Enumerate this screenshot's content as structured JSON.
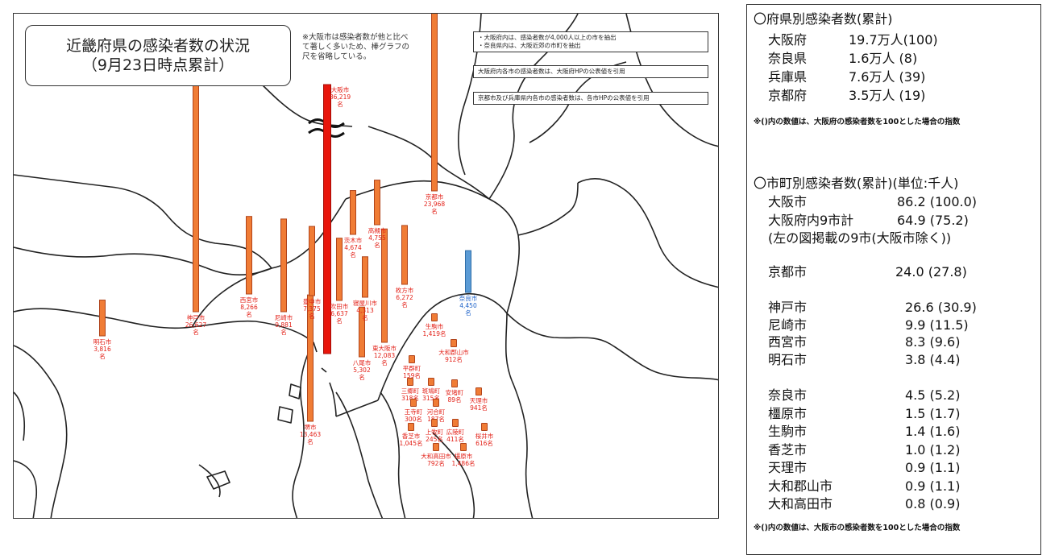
{
  "map": {
    "title_line1": "近畿府県の感染者数の状況",
    "title_line2": "（9月23日時点累計）",
    "osaka_note": "※大阪市は感染者数が他と比べて著しく多いため、棒グラフの尺を省略している。",
    "note1_line1": "・大阪府内は、感染者数が4,000人以上の市を抽出",
    "note1_line2": "・奈良県内は、大阪近郊の市町を抽出",
    "note2": "大阪府内各市の感染者数は、大阪府HPの公表値を引用",
    "note3": "京都市及び兵庫県内各市の感染者数は、各市HPの公表値を引用",
    "colors": {
      "osaka": "#e8160c",
      "city": "#f07c35",
      "nara": "#5b9bd5",
      "label": "#e32118"
    }
  },
  "chart_data": {
    "type": "bar",
    "title": "近畿府県の感染者数の状況（9月23日時点累計）",
    "unit": "名",
    "bars": [
      {
        "name": "大阪市",
        "label": "86,219",
        "value": 86219,
        "kind": "osaka"
      },
      {
        "name": "神戸市",
        "label": "26,627",
        "value": 26627,
        "kind": "city"
      },
      {
        "name": "京都市",
        "label": "23,968",
        "value": 23968,
        "kind": "city"
      },
      {
        "name": "堺市",
        "label": "13,463",
        "value": 13463,
        "kind": "city"
      },
      {
        "name": "東大阪市",
        "label": "12,083",
        "value": 12083,
        "kind": "city"
      },
      {
        "name": "尼崎市",
        "label": "9,881",
        "value": 9881,
        "kind": "city"
      },
      {
        "name": "西宮市",
        "label": "8,266",
        "value": 8266,
        "kind": "city"
      },
      {
        "name": "豊中市",
        "label": "7,375",
        "value": 7375,
        "kind": "city"
      },
      {
        "name": "吹田市",
        "label": "6,637",
        "value": 6637,
        "kind": "city"
      },
      {
        "name": "枚方市",
        "label": "6,272",
        "value": 6272,
        "kind": "city"
      },
      {
        "name": "八尾市",
        "label": "5,302",
        "value": 5302,
        "kind": "city"
      },
      {
        "name": "高槻市",
        "label": "4,755",
        "value": 4755,
        "kind": "city"
      },
      {
        "name": "茨木市",
        "label": "4,674",
        "value": 4674,
        "kind": "city"
      },
      {
        "name": "奈良市",
        "label": "4,450",
        "value": 4450,
        "kind": "nara"
      },
      {
        "name": "寝屋川市",
        "label": "4,313",
        "value": 4313,
        "kind": "city"
      },
      {
        "name": "明石市",
        "label": "3,816",
        "value": 3816,
        "kind": "city"
      }
    ],
    "small_labels": [
      {
        "name": "生駒市",
        "label": "1,419"
      },
      {
        "name": "大和郡山市",
        "label": "912"
      },
      {
        "name": "平群町",
        "label": "159"
      },
      {
        "name": "三郷町",
        "label": "318"
      },
      {
        "name": "斑鳩町",
        "label": "315"
      },
      {
        "name": "安堵町",
        "label": "89"
      },
      {
        "name": "天理市",
        "label": "941"
      },
      {
        "name": "王寺町",
        "label": "300"
      },
      {
        "name": "河合町",
        "label": "187"
      },
      {
        "name": "香芝市",
        "label": "1,045"
      },
      {
        "name": "上牧町",
        "label": "245"
      },
      {
        "name": "広陵町",
        "label": "411"
      },
      {
        "name": "桜井市",
        "label": "616"
      },
      {
        "name": "大和高田市",
        "label": "792"
      },
      {
        "name": "橿原市",
        "label": "1,486"
      }
    ]
  },
  "panel": {
    "pref_title": "〇府県別感染者数(累計)",
    "prefs": [
      {
        "name": "大阪府",
        "value": "19.7万人(100)"
      },
      {
        "name": "奈良県",
        "value": "1.6万人 (8)"
      },
      {
        "name": "兵庫県",
        "value": "7.6万人 (39)"
      },
      {
        "name": "京都府",
        "value": "3.5万人 (19)"
      }
    ],
    "pref_note": "※()内の数値は、大阪府の感染者数を100とした場合の指数",
    "city_title": "〇市町別感染者数(累計)(単位:千人)",
    "osaka_city": {
      "name": "大阪市",
      "value": "86.2 (100.0)"
    },
    "osaka9": {
      "name": "大阪府内9市計",
      "value": "64.9 (75.2)"
    },
    "osaka9_note": "(左の図掲載の9市(大阪市除く))",
    "kyoto": {
      "name": "京都市",
      "value": "24.0 (27.8)"
    },
    "hyogo": [
      {
        "name": "神戸市",
        "value": "26.6 (30.9)"
      },
      {
        "name": "尼崎市",
        "value": "9.9 (11.5)"
      },
      {
        "name": "西宮市",
        "value": "8.3 (9.6)"
      },
      {
        "name": "明石市",
        "value": "3.8 (4.4)"
      }
    ],
    "nara": [
      {
        "name": "奈良市",
        "value": "4.5 (5.2)"
      },
      {
        "name": "橿原市",
        "value": "1.5 (1.7)"
      },
      {
        "name": "生駒市",
        "value": "1.4 (1.6)"
      },
      {
        "name": "香芝市",
        "value": "1.0 (1.2)"
      },
      {
        "name": "天理市",
        "value": "0.9 (1.1)"
      },
      {
        "name": "大和郡山市",
        "value": "0.9 (1.1)"
      },
      {
        "name": "大和高田市",
        "value": "0.8 (0.9)"
      }
    ],
    "city_note": "※()内の数値は、大阪市の感染者数を100とした場合の指数"
  }
}
